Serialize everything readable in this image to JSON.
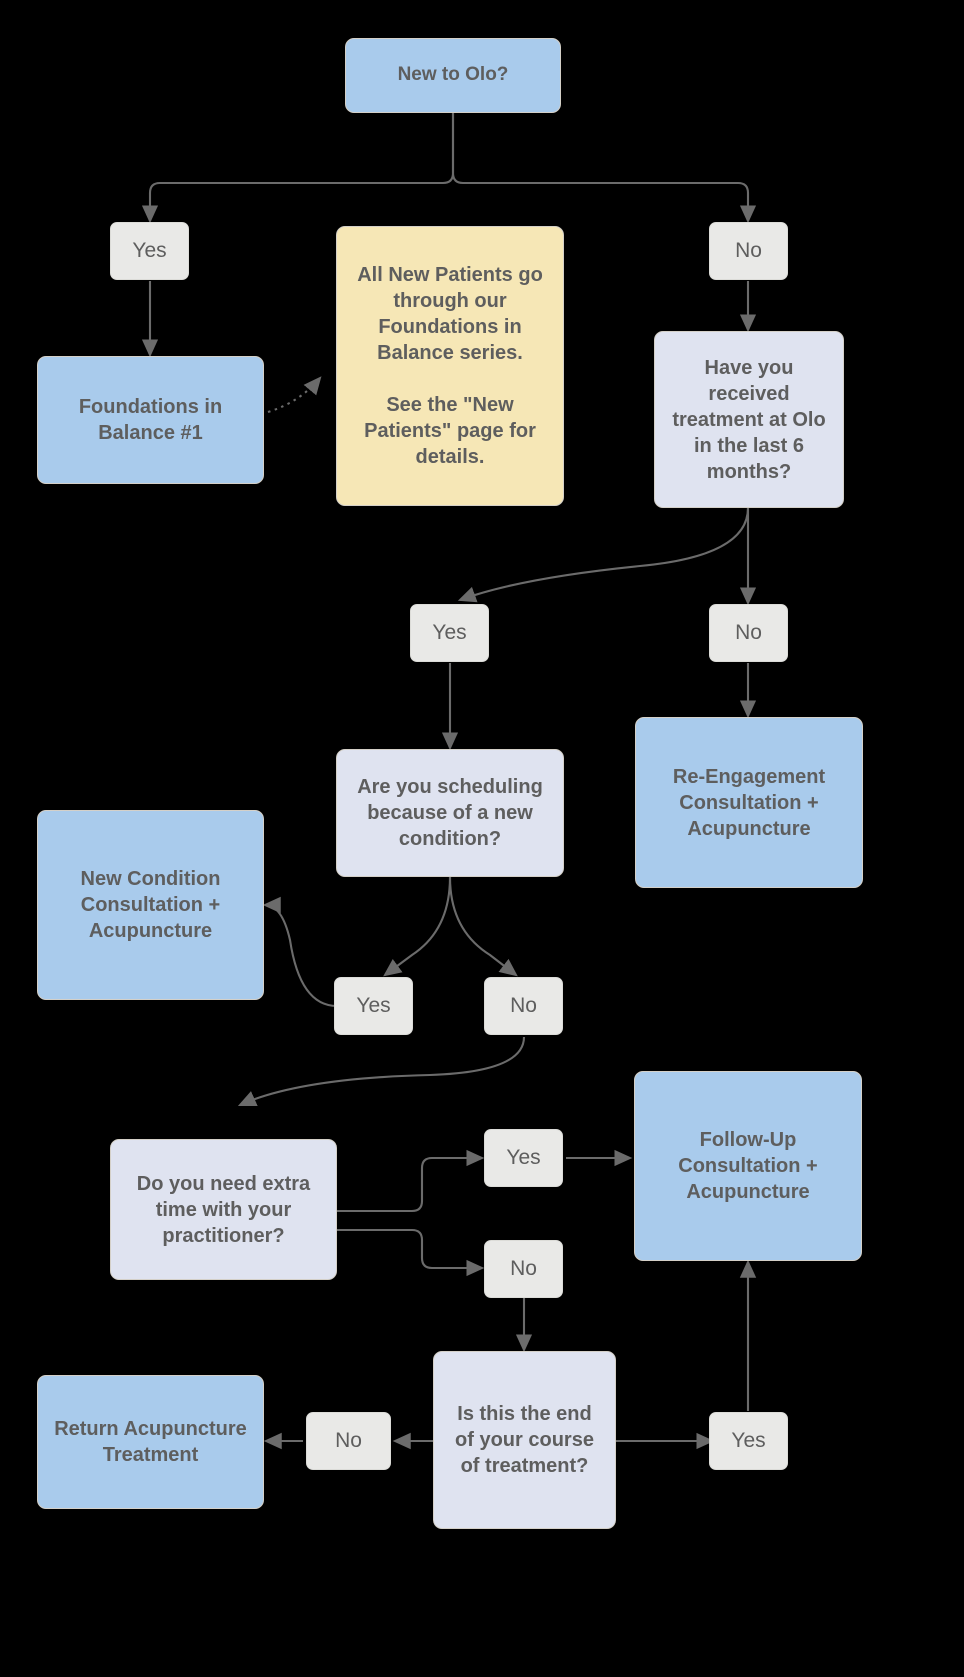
{
  "diagram": {
    "title": "New to Olo? patient scheduling decision flowchart",
    "colors": {
      "background": "#000000",
      "process_fill": "#a9cbec",
      "decision_fill": "#dfe3f0",
      "note_fill": "#f6e7b6",
      "label_fill": "#e9e9e7",
      "border": "#d4d0c8",
      "text": "#5e5e5e",
      "edge": "#6b6b6b"
    },
    "nodes": {
      "root": "New to Olo?",
      "label_yes_1": "Yes",
      "label_no_1": "No",
      "note": "All New Patients go through our Foundations in Balance series.\n\nSee the \"New Patients\" page for details.",
      "foundations": "Foundations in Balance #1",
      "decision_treatment": "Have you received treatment at Olo in the last 6 months?",
      "label_yes_2": "Yes",
      "label_no_2": "No",
      "reengagement": "Re-Engagement Consultation + Acupuncture",
      "decision_new_condition": "Are you scheduling because of a new condition?",
      "label_yes_3": "Yes",
      "label_no_3": "No",
      "new_condition": "New Condition Consultation + Acupuncture",
      "decision_extra_time": "Do you need extra time with your practitioner?",
      "label_yes_4": "Yes",
      "label_no_4": "No",
      "followup": "Follow-Up Consultation + Acupuncture",
      "decision_end_course": "Is this the end of your course of treatment?",
      "label_no_5": "No",
      "label_yes_5": "Yes",
      "return_acupuncture": "Return Acupuncture Treatment"
    },
    "edges": [
      {
        "from": "root",
        "to": "label_yes_1",
        "style": "solid"
      },
      {
        "from": "root",
        "to": "label_no_1",
        "style": "solid"
      },
      {
        "from": "label_yes_1",
        "to": "foundations",
        "style": "solid"
      },
      {
        "from": "foundations",
        "to": "note",
        "style": "dotted"
      },
      {
        "from": "label_no_1",
        "to": "decision_treatment",
        "style": "solid"
      },
      {
        "from": "decision_treatment",
        "to": "label_yes_2",
        "style": "solid"
      },
      {
        "from": "decision_treatment",
        "to": "label_no_2",
        "style": "solid"
      },
      {
        "from": "label_no_2",
        "to": "reengagement",
        "style": "solid"
      },
      {
        "from": "label_yes_2",
        "to": "decision_new_condition",
        "style": "solid"
      },
      {
        "from": "decision_new_condition",
        "to": "label_yes_3",
        "style": "solid"
      },
      {
        "from": "decision_new_condition",
        "to": "label_no_3",
        "style": "solid"
      },
      {
        "from": "label_yes_3",
        "to": "new_condition",
        "style": "solid"
      },
      {
        "from": "label_no_3",
        "to": "decision_extra_time",
        "style": "solid"
      },
      {
        "from": "decision_extra_time",
        "to": "label_yes_4",
        "style": "solid"
      },
      {
        "from": "decision_extra_time",
        "to": "label_no_4",
        "style": "solid"
      },
      {
        "from": "label_yes_4",
        "to": "followup",
        "style": "solid"
      },
      {
        "from": "label_no_4",
        "to": "decision_end_course",
        "style": "solid"
      },
      {
        "from": "decision_end_course",
        "to": "label_no_5",
        "style": "solid"
      },
      {
        "from": "decision_end_course",
        "to": "label_yes_5",
        "style": "solid"
      },
      {
        "from": "label_no_5",
        "to": "return_acupuncture",
        "style": "solid"
      },
      {
        "from": "label_yes_5",
        "to": "followup",
        "style": "solid"
      }
    ]
  }
}
